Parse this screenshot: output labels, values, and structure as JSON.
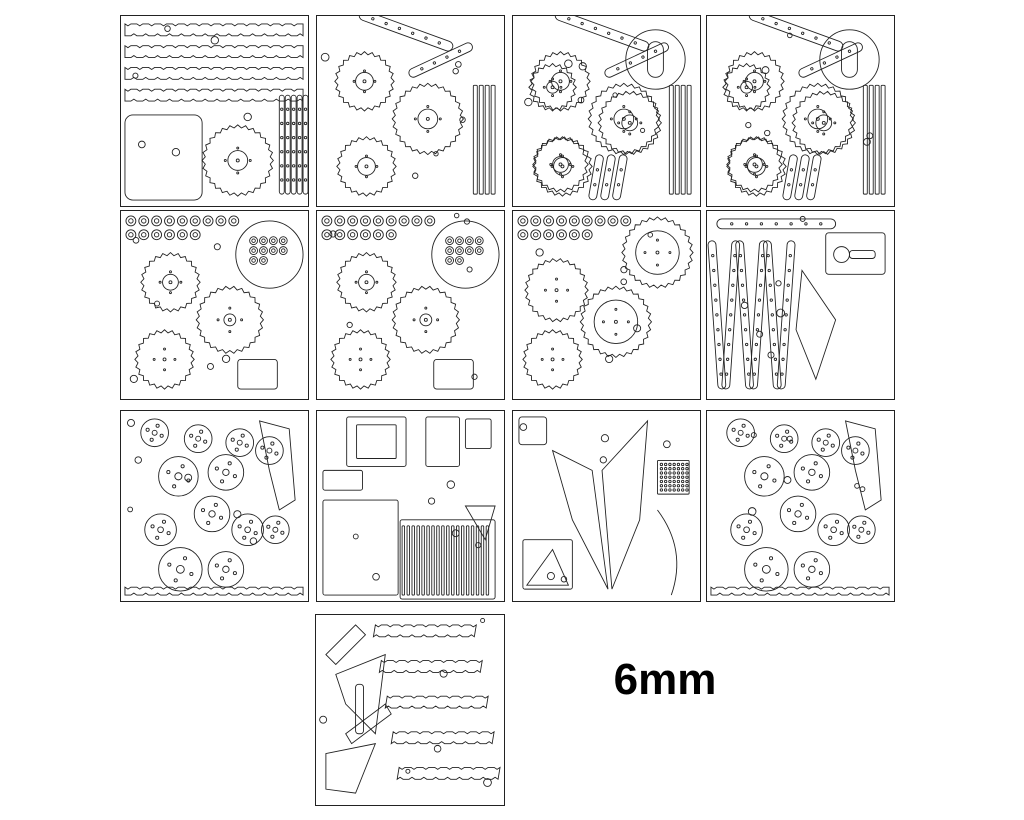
{
  "thickness_label": "6mm",
  "sheets": [
    {
      "id": "sheet-r1c1",
      "motifs": [
        "long-bars",
        "plate",
        "gear"
      ]
    },
    {
      "id": "sheet-r1c2",
      "motifs": [
        "gears",
        "arms"
      ]
    },
    {
      "id": "sheet-r1c3",
      "motifs": [
        "gears",
        "slotted-disc"
      ]
    },
    {
      "id": "sheet-r1c4",
      "motifs": [
        "gears",
        "slotted-disc"
      ]
    },
    {
      "id": "sheet-r2c1",
      "motifs": [
        "gears",
        "small-washers"
      ]
    },
    {
      "id": "sheet-r2c2",
      "motifs": [
        "gears",
        "small-washers"
      ]
    },
    {
      "id": "sheet-r2c3",
      "motifs": [
        "gear-rings",
        "small-washers"
      ]
    },
    {
      "id": "sheet-r2c4",
      "motifs": [
        "long-links"
      ]
    },
    {
      "id": "sheet-r3c1",
      "motifs": [
        "discs"
      ]
    },
    {
      "id": "sheet-r3c2",
      "motifs": [
        "boxes",
        "grille"
      ]
    },
    {
      "id": "sheet-r3c3",
      "motifs": [
        "frames",
        "grid"
      ]
    },
    {
      "id": "sheet-r3c4",
      "motifs": [
        "discs"
      ]
    },
    {
      "id": "sheet-r4c1",
      "motifs": [
        "chain-links",
        "frame"
      ]
    }
  ]
}
